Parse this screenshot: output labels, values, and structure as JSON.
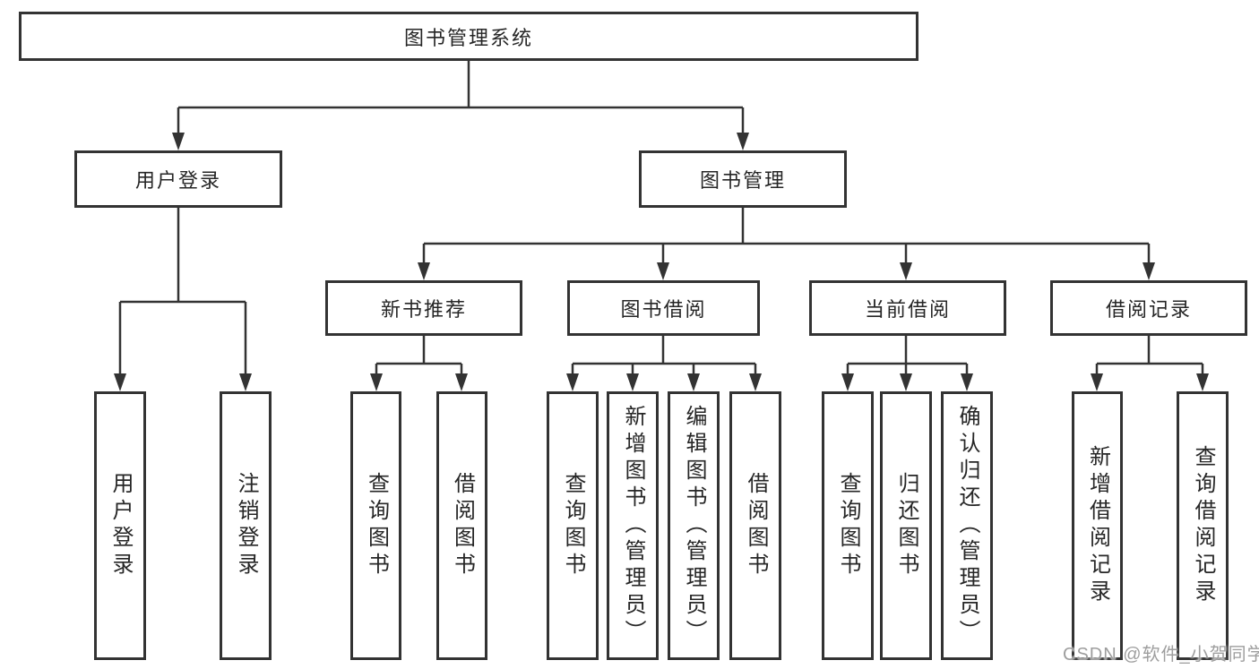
{
  "diagram_type": "hierarchy-tree",
  "watermark": "CSDN @软件_小贺同学",
  "colors": {
    "line": "#333333",
    "box_border": "#333333",
    "text": "#262626",
    "watermark": "#9e9e9e",
    "background": "#ffffff"
  },
  "tree": {
    "label": "图书管理系统",
    "children": [
      {
        "label": "用户登录",
        "children": [
          {
            "label": "用户登录"
          },
          {
            "label": "注销登录"
          }
        ]
      },
      {
        "label": "图书管理",
        "children": [
          {
            "label": "新书推荐",
            "children": [
              {
                "label": "查询图书"
              },
              {
                "label": "借阅图书"
              }
            ]
          },
          {
            "label": "图书借阅",
            "children": [
              {
                "label": "查询图书"
              },
              {
                "label": "新增图书（管理员）"
              },
              {
                "label": "编辑图书（管理员）"
              },
              {
                "label": "借阅图书"
              }
            ]
          },
          {
            "label": "当前借阅",
            "children": [
              {
                "label": "查询图书"
              },
              {
                "label": "归还图书"
              },
              {
                "label": "确认归还（管理员）"
              }
            ]
          },
          {
            "label": "借阅记录",
            "children": [
              {
                "label": "新增借阅记录"
              },
              {
                "label": "查询借阅记录"
              }
            ]
          }
        ]
      }
    ]
  }
}
